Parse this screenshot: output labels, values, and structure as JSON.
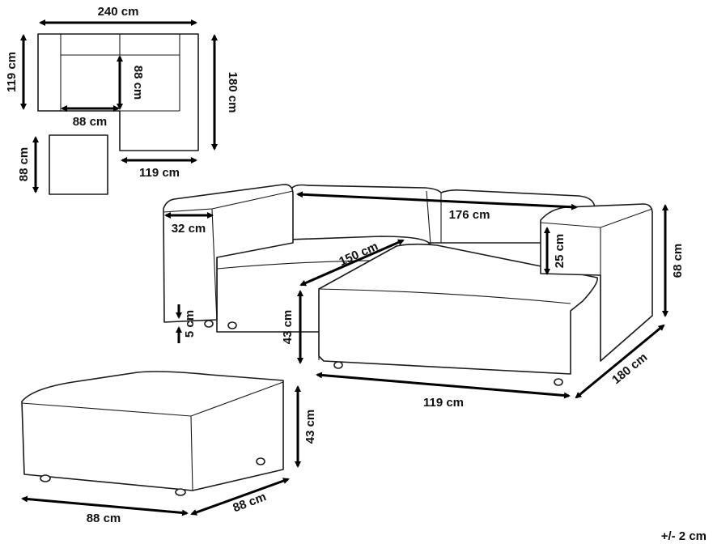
{
  "dimensions": {
    "top_width": "240 cm",
    "top_depth_left": "119 cm",
    "top_seat_depth": "88 cm",
    "top_seat_width": "88 cm",
    "top_total_depth": "180 cm",
    "top_chaise_width": "119 cm",
    "ottoman_plan_depth": "88 cm",
    "armrest_width": "32 cm",
    "back_width": "176 cm",
    "seat_width": "150 cm",
    "armrest_height": "25 cm",
    "total_height": "68 cm",
    "leg_height": "5 cm",
    "seat_height": "43 cm",
    "chaise_width": "119 cm",
    "chaise_depth": "180 cm",
    "ottoman_height": "43 cm",
    "ottoman_width": "88 cm",
    "ottoman_depth": "88 cm"
  },
  "tolerance": "+/- 2 cm"
}
